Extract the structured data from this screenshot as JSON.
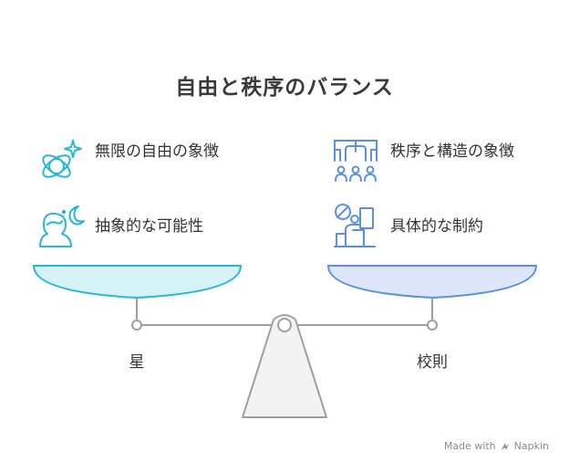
{
  "title": "自由と秩序のバランス",
  "left": {
    "items": [
      {
        "text": "無限の自由の象徴",
        "icon": "orbit-sparkle-icon"
      },
      {
        "text": "抽象的な可能性",
        "icon": "person-moon-icon"
      }
    ],
    "end_label": "星",
    "accent": "#29b6d6",
    "fill": "#d6f3f8"
  },
  "right": {
    "items": [
      {
        "text": "秩序と構造の象徴",
        "icon": "organized-people-icon"
      },
      {
        "text": "具体的な制約",
        "icon": "restricted-worker-icon"
      }
    ],
    "end_label": "校則",
    "accent": "#5b8fe0",
    "fill": "#dde6fb"
  },
  "credit": {
    "prefix": "Made with",
    "brand": "Napkin"
  }
}
